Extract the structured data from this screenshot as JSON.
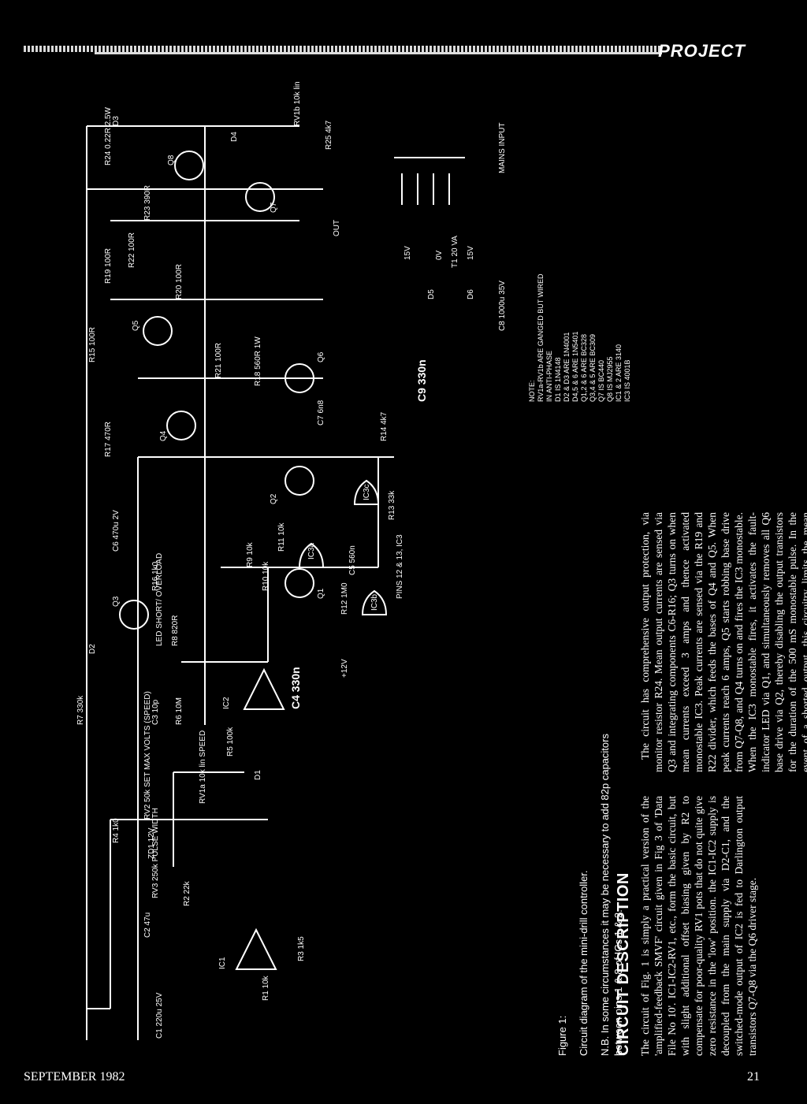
{
  "header": {
    "section": "PROJECT"
  },
  "footer": {
    "month": "SEPTEMBER 1982",
    "page": "21"
  },
  "caption": {
    "figure_label": "Figure 1:",
    "figure_text": "Circuit diagram of the mini-drill controller.",
    "note": "N.B. In some circumstances it may be necessary to add 82p capacitors between pins 1 & 8 of ICs 1 & 2."
  },
  "article": {
    "title": "CIRCUIT DESCRIPTION",
    "p1": "The circuit of Fig. 1 is simply a practical version of the 'amplified-feedback SMVF' circuit given in Fig 3 of 'Data File No 10'. IC1-IC2-RV1, etc., form the basic circuit, but with slight additional offset biasing given by R2 to compensate for poor-quality RV1 pots that do not quite give zero resistance in the 'low' position. the IC1-IC2 supply is decoupled from the main supply via D2-C1, and the switched-mode output of IC2 is fed to Darlington output transistors Q7-Q8 via the Q6 driver stage.",
    "p2": "The circuit has comprehensive output protection, via monitor resistor R24. Mean output currents are sensed via Q3 and integrating components C6-R16; Q3 turns on when mean currents exceed 3 amps and thence activated monostable IC3. Peak currents are sensed via the R19 and R22 divider, which feeds the bases of Q4 and Q5. When peak currents reach 6 amps, Q5 starts robbing base drive from Q7-Q8, and Q4 turns on and fires the IC3 monostable. When the IC3 monostable fires, it activates the fault-indicator LED via Q1, and simultaneously removes all Q6 base drive via Q2, thereby disabling the output transistors for the duration of the 500 mS monostable pulse. In the event of a shorted output, this circuitry limits the mean output current to about 3 mA. Note that C9 reduces the rise times of the monostable trigger signals, enabling the circuit to power slightly capacitive loads without triggering the 'short circuit' protection circuitry."
  },
  "notes": {
    "title": "NOTE:",
    "lines": [
      "RV1a-RV1b ARE GANGED BUT WIRED",
      "IN ANTI-PHASE",
      "D1 IS 1N4148",
      "D2 & D3 ARE 1N4001",
      "D4,5 & 6 ARE 1N5401",
      "Q1,2 & 6 ARE BC328",
      "Q3,4 & 5 ARE BC309",
      "Q7 IS BC440",
      "Q8 IS MJ2955",
      "IC1 & 2 ARE 3140",
      "IC3 IS 4001B"
    ]
  },
  "schematic_labels": {
    "C1": "C1 220u 25V",
    "C2": "C2 47u",
    "ZD1": "ZD1 12V",
    "R4": "R4 1k0",
    "RV2": "RV2 50k SET MAX VOLTS (SPEED)",
    "RV3": "RV3 250k PULSE WIDTH",
    "R2": "R2 22k",
    "R1": "R1 10k",
    "R3": "R3 1k5",
    "IC1": "IC1",
    "IC2": "IC2",
    "RV1a": "RV1a 10k lin SPEED",
    "D1": "D1",
    "R5": "R5 100k",
    "R6": "R6 10M",
    "C3": "C3 10p",
    "C4": "C4 330n",
    "R7": "R7 330k",
    "D2": "D2",
    "LED": "LED SHORT/ OVERLOAD",
    "R8": "R8 820R",
    "Q3": "Q3",
    "R16": "R16 1k0",
    "C6": "C6 470u 2V",
    "Q1": "Q1",
    "R10": "R10 10k",
    "R9": "R9 10k",
    "R11": "R11 10k",
    "Q2": "Q2",
    "IC3a": "IC3a",
    "IC3b": "IC3b",
    "IC3c": "IC3c",
    "R12": "R12 1M0",
    "C5": "C5 560n",
    "R13": "R13 33k",
    "Q4": "Q4",
    "R17": "R17 470R",
    "Q5": "Q5",
    "R15": "R15 100R",
    "R21": "R21 100R",
    "R20": "R20 100R",
    "R19": "R19 100R",
    "R22": "R22 100R",
    "Q6": "Q6",
    "R18": "R18 560R 1W",
    "C7": "C7 6n8",
    "R14": "R14 4k7",
    "C9": "C9 330n",
    "Q7": "Q7",
    "Q8": "Q8",
    "R23": "R23 390R",
    "R24": "R24 0.22R 2.5W",
    "D3": "D3",
    "D4": "D4",
    "RV1b": "RV1b 10k lin",
    "R25": "R25 4k7",
    "OUT": "OUT",
    "T1": "T1 20 VA",
    "D5": "D5",
    "D6": "D6",
    "C8": "C8 1000u 35V",
    "MAINS": "MAINS INPUT",
    "V12": "+12V",
    "PINS": "PINS 12 & 13, IC3",
    "V15a": "15V",
    "V0": "0V",
    "V15b": "15V"
  }
}
